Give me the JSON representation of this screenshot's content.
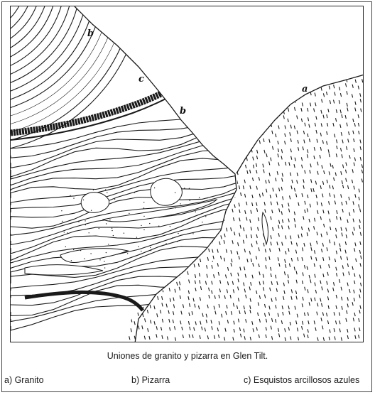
{
  "figure": {
    "caption": "Uniones de granito y pizarra en Glen Tilt.",
    "labels": {
      "b_top": "b",
      "c": "c",
      "b_mid": "b",
      "a": "a"
    }
  },
  "legend": {
    "a": "a) Granito",
    "b": "b) Pizarra",
    "c": "c) Esquistos arcillosos azules"
  },
  "colors": {
    "ink": "#1a1a1a",
    "paper": "#ffffff"
  }
}
